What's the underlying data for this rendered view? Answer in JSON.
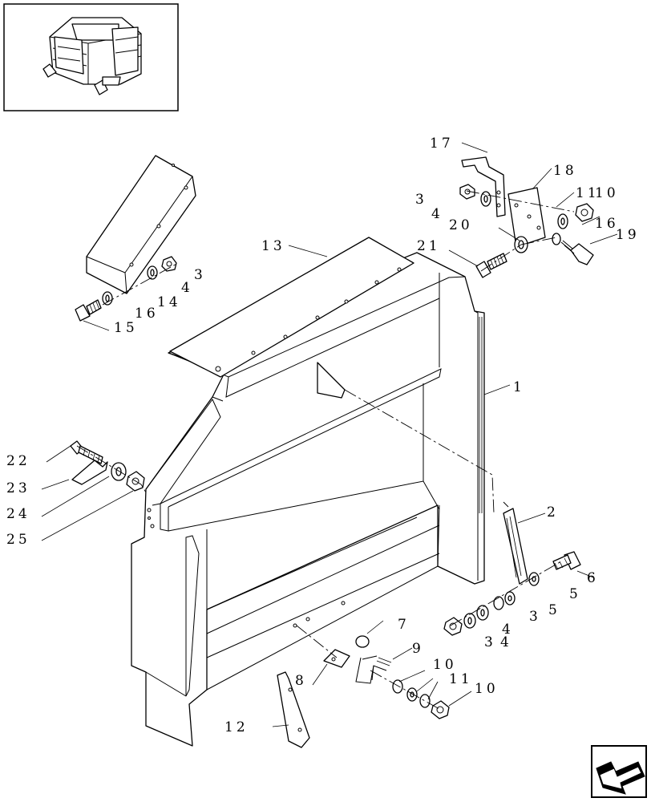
{
  "callouts": {
    "c1": "1",
    "c2": "2",
    "c3a": "3",
    "c3b": "3",
    "c3c": "3",
    "c3d": "3",
    "c4a": "4",
    "c4b": "4",
    "c4c": "4",
    "c4d": "4",
    "c5a": "5",
    "c5b": "5",
    "c6": "6",
    "c7": "7",
    "c8": "8",
    "c9": "9",
    "c10a": "10",
    "c10b": "10",
    "c10c": "10",
    "c11a": "11",
    "c11b": "11",
    "c12": "12",
    "c13": "13",
    "c14": "14",
    "c15": "15",
    "c16a": "16",
    "c16b": "16",
    "c17": "17",
    "c18": "18",
    "c19": "19",
    "c20": "20",
    "c21": "21",
    "c22": "22",
    "c23": "23",
    "c24": "24",
    "c25": "25"
  },
  "icons": {
    "thumbnail": "baler-overview-icon",
    "nav": "previous-page-arrow-icon"
  }
}
